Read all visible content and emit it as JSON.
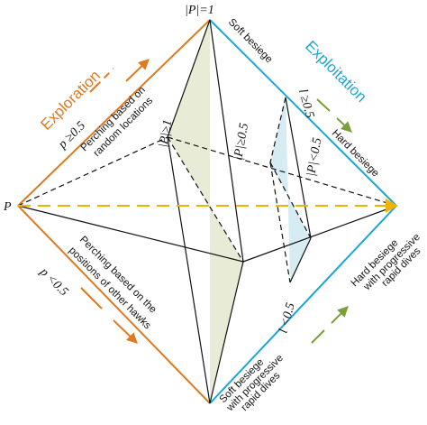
{
  "labels": {
    "top_vertex": "|P|=1",
    "left_vertex": "P",
    "exploration": "Exploration",
    "exploitation": "Exploitation",
    "p_ge": "p ≥0.5",
    "p_lt": "p <0.5",
    "perch_random_1": "Perching based on",
    "perch_random_2": "random locations",
    "perch_hawks_1": "Perching based on the",
    "perch_hawks_2": "positions of other hawks",
    "soft_besiege": "Soft besiege",
    "hard_besiege": "Hard besiege",
    "hard_prog_1": "Hard besiege",
    "hard_prog_2": "with progressive",
    "hard_prog_3": "rapid dives",
    "soft_prog_1": "Soft besiege",
    "soft_prog_2": "with progressive",
    "soft_prog_3": "rapid dives",
    "E_ge_1": "|P|≥1",
    "E_ge_05": "|P|≥0.5",
    "E_lt_05": "|P|<0.5",
    "l_ge": "l ≥0.5",
    "l_lt": "l <0.5"
  },
  "colors": {
    "orange": "#e07a1f",
    "blue": "#1aa7d6",
    "green_arrow": "#7aa03a",
    "yellow_dash": "#f0b400",
    "green_fill": "#e8ecd7",
    "blue_fill": "#d6ebf2"
  }
}
